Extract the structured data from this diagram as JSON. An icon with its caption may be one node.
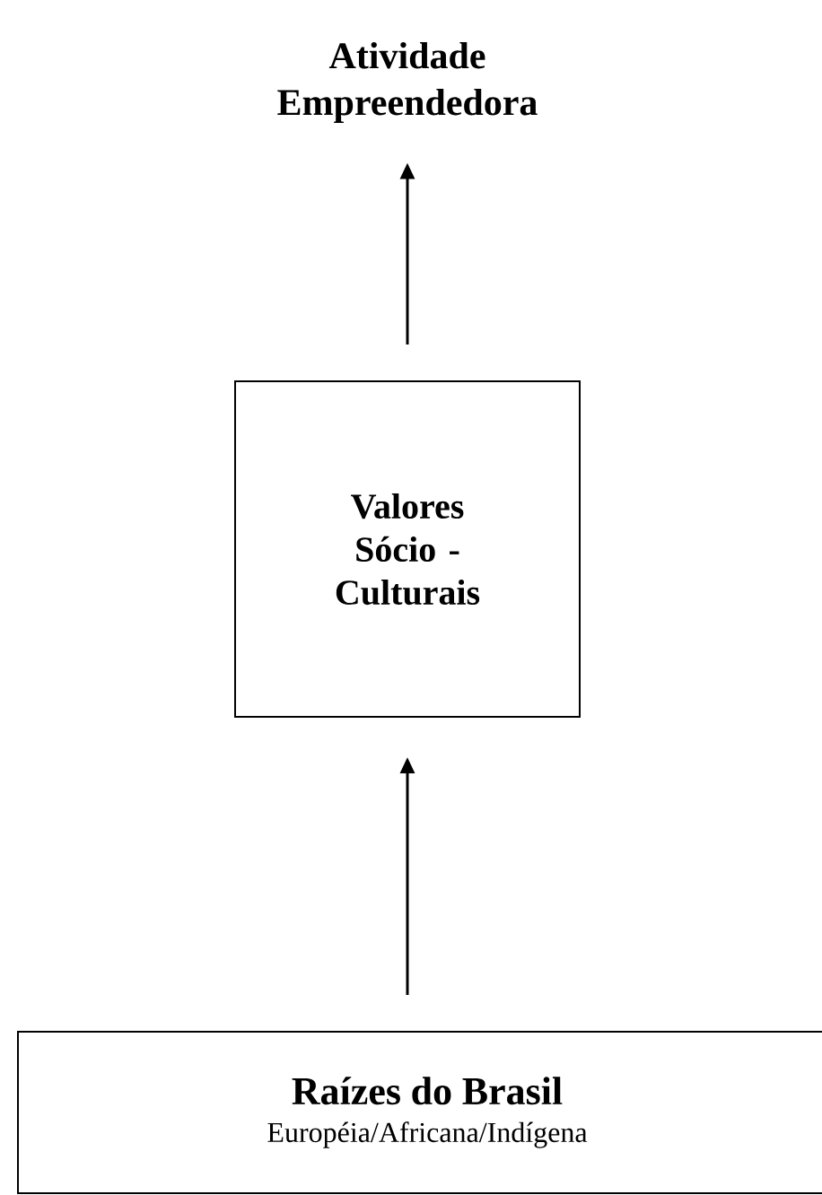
{
  "diagram": {
    "nodes": [
      {
        "text": [
          "Atividade Empreendedora"
        ]
      },
      {
        "text": [
          "Valores Sócio - Culturais"
        ]
      },
      {
        "text": [
          "Raízes do Brasil",
          "Européia/Africana/Indígena"
        ]
      }
    ],
    "edges": [
      {
        "from": 2,
        "to": 1,
        "arrow": "to"
      },
      {
        "from": 1,
        "to": 0,
        "arrow": "to"
      }
    ]
  }
}
